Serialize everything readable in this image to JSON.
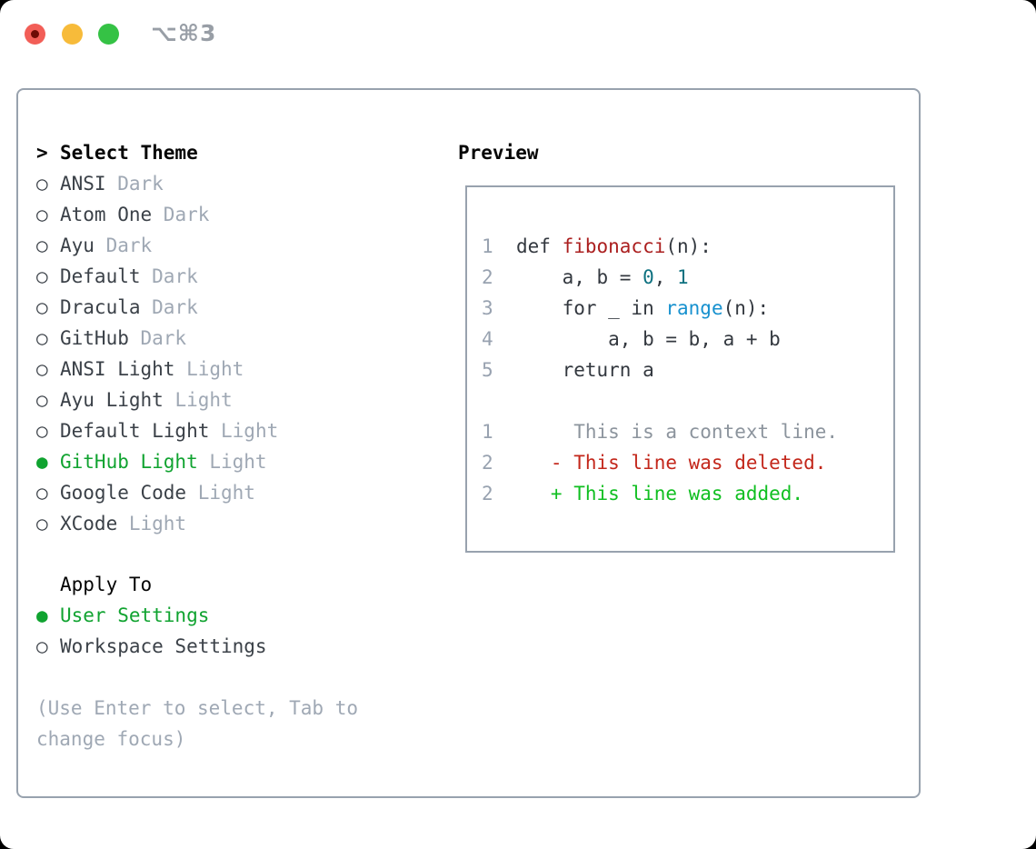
{
  "window": {
    "title": "⌥⌘3"
  },
  "colors": {
    "outer_bg": "#000000",
    "window_bg": "#ffffff",
    "border": "#98a2ae",
    "heading": "#050505",
    "item_text": "#3b4148",
    "muted": "#9fa8b4",
    "accent_green": "#10a330",
    "func_red": "#ab1f1f",
    "deleted_red": "#c3271b",
    "added_green": "#10bf21",
    "number_teal": "#0d7180",
    "builtin_blue": "#1791cf",
    "line_number": "#98a2b0",
    "context_gray": "#8c949d",
    "code_plain": "#33383f",
    "traffic_red": "#f25e57",
    "traffic_red_dot": "#6d0b05",
    "traffic_yellow": "#f7bb3a",
    "traffic_green": "#35c245",
    "title_gray": "#989ea6"
  },
  "icons": {
    "radio_unselected": "○",
    "radio_selected": "●",
    "header_marker": ">"
  },
  "theme_list": {
    "header": "Select Theme",
    "items": [
      {
        "name": "ANSI",
        "tag": "Dark",
        "selected": false
      },
      {
        "name": "Atom One",
        "tag": "Dark",
        "selected": false
      },
      {
        "name": "Ayu",
        "tag": "Dark",
        "selected": false
      },
      {
        "name": "Default",
        "tag": "Dark",
        "selected": false
      },
      {
        "name": "Dracula",
        "tag": "Dark",
        "selected": false
      },
      {
        "name": "GitHub",
        "tag": "Dark",
        "selected": false
      },
      {
        "name": "ANSI Light",
        "tag": "Light",
        "selected": false
      },
      {
        "name": "Ayu Light",
        "tag": "Light",
        "selected": false
      },
      {
        "name": "Default Light",
        "tag": "Light",
        "selected": false
      },
      {
        "name": "GitHub Light",
        "tag": "Light",
        "selected": true
      },
      {
        "name": "Google Code",
        "tag": "Light",
        "selected": false
      },
      {
        "name": "XCode",
        "tag": "Light",
        "selected": false
      }
    ]
  },
  "apply_to": {
    "header": "Apply To",
    "items": [
      {
        "label": "User Settings",
        "selected": true
      },
      {
        "label": "Workspace Settings",
        "selected": false
      }
    ]
  },
  "help": "(Use Enter to select, Tab to change focus)",
  "preview": {
    "label": "Preview",
    "lines": [
      {
        "num": "1",
        "tokens": [
          {
            "t": "def ",
            "s": "plain"
          },
          {
            "t": "fibonacci",
            "s": "func"
          },
          {
            "t": "(n):",
            "s": "plain"
          }
        ]
      },
      {
        "num": "2",
        "tokens": [
          {
            "t": "    a, b = ",
            "s": "plain"
          },
          {
            "t": "0",
            "s": "num"
          },
          {
            "t": ", ",
            "s": "plain"
          },
          {
            "t": "1",
            "s": "num"
          }
        ]
      },
      {
        "num": "3",
        "tokens": [
          {
            "t": "    for _ in ",
            "s": "plain"
          },
          {
            "t": "range",
            "s": "builtin"
          },
          {
            "t": "(n):",
            "s": "plain"
          }
        ]
      },
      {
        "num": "4",
        "tokens": [
          {
            "t": "        a, b = b, a + b",
            "s": "plain"
          }
        ]
      },
      {
        "num": "5",
        "tokens": [
          {
            "t": "    return a",
            "s": "plain"
          }
        ]
      },
      {
        "num": "",
        "tokens": []
      },
      {
        "num": "1",
        "tokens": [
          {
            "t": "     This is a context line.",
            "s": "context"
          }
        ]
      },
      {
        "num": "2",
        "tokens": [
          {
            "t": "   - This line was deleted.",
            "s": "deleted"
          }
        ]
      },
      {
        "num": "2",
        "tokens": [
          {
            "t": "   + This line was added.",
            "s": "added"
          }
        ]
      }
    ]
  }
}
